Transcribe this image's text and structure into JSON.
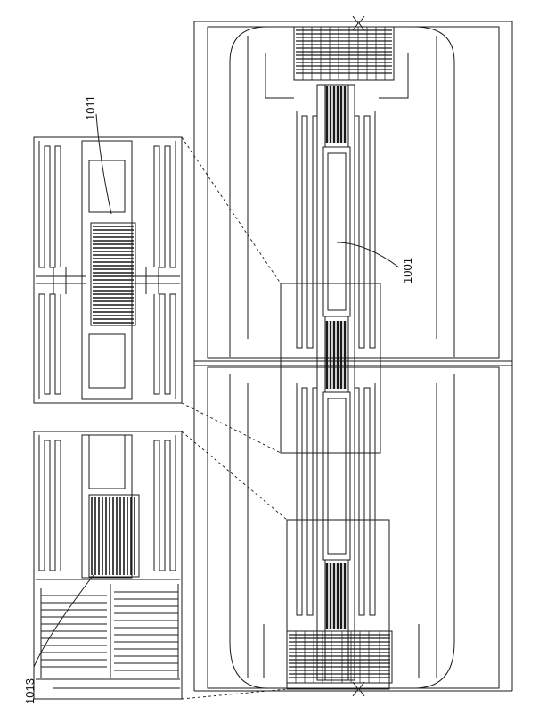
{
  "figure": {
    "labels": {
      "main_structure": "1001",
      "upper_inset_feature": "1011",
      "lower_inset_feature": "1013"
    },
    "ink_color": "#1a1a1a",
    "background_color": "#ffffff"
  }
}
